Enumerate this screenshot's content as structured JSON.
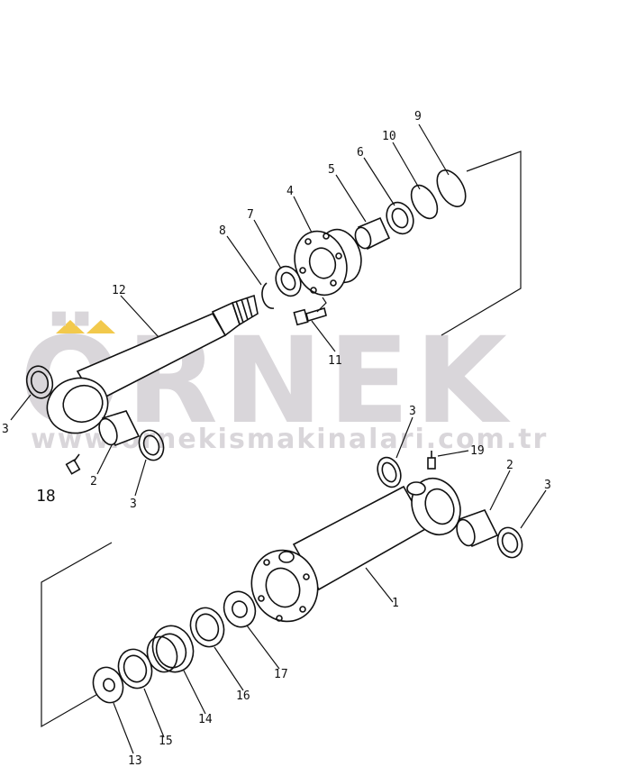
{
  "watermark": {
    "brand": "ÖRNEK",
    "url": "www.ornekismakinalari.com.tr",
    "accent_color": "#f2c94c",
    "text_color": "#d9d6da"
  },
  "callouts": [
    {
      "id": "1",
      "label": "1"
    },
    {
      "id": "2a",
      "label": "2"
    },
    {
      "id": "2b",
      "label": "2"
    },
    {
      "id": "3a",
      "label": "3"
    },
    {
      "id": "3b",
      "label": "3"
    },
    {
      "id": "3c",
      "label": "3"
    },
    {
      "id": "3d",
      "label": "3"
    },
    {
      "id": "4",
      "label": "4"
    },
    {
      "id": "5",
      "label": "5"
    },
    {
      "id": "6",
      "label": "6"
    },
    {
      "id": "7",
      "label": "7"
    },
    {
      "id": "8",
      "label": "8"
    },
    {
      "id": "9",
      "label": "9"
    },
    {
      "id": "10",
      "label": "10"
    },
    {
      "id": "11",
      "label": "11"
    },
    {
      "id": "12",
      "label": "12"
    },
    {
      "id": "13",
      "label": "13"
    },
    {
      "id": "14",
      "label": "14"
    },
    {
      "id": "15",
      "label": "15"
    },
    {
      "id": "16",
      "label": "16"
    },
    {
      "id": "17",
      "label": "17"
    },
    {
      "id": "18",
      "label": "18"
    },
    {
      "id": "19",
      "label": "19"
    }
  ]
}
